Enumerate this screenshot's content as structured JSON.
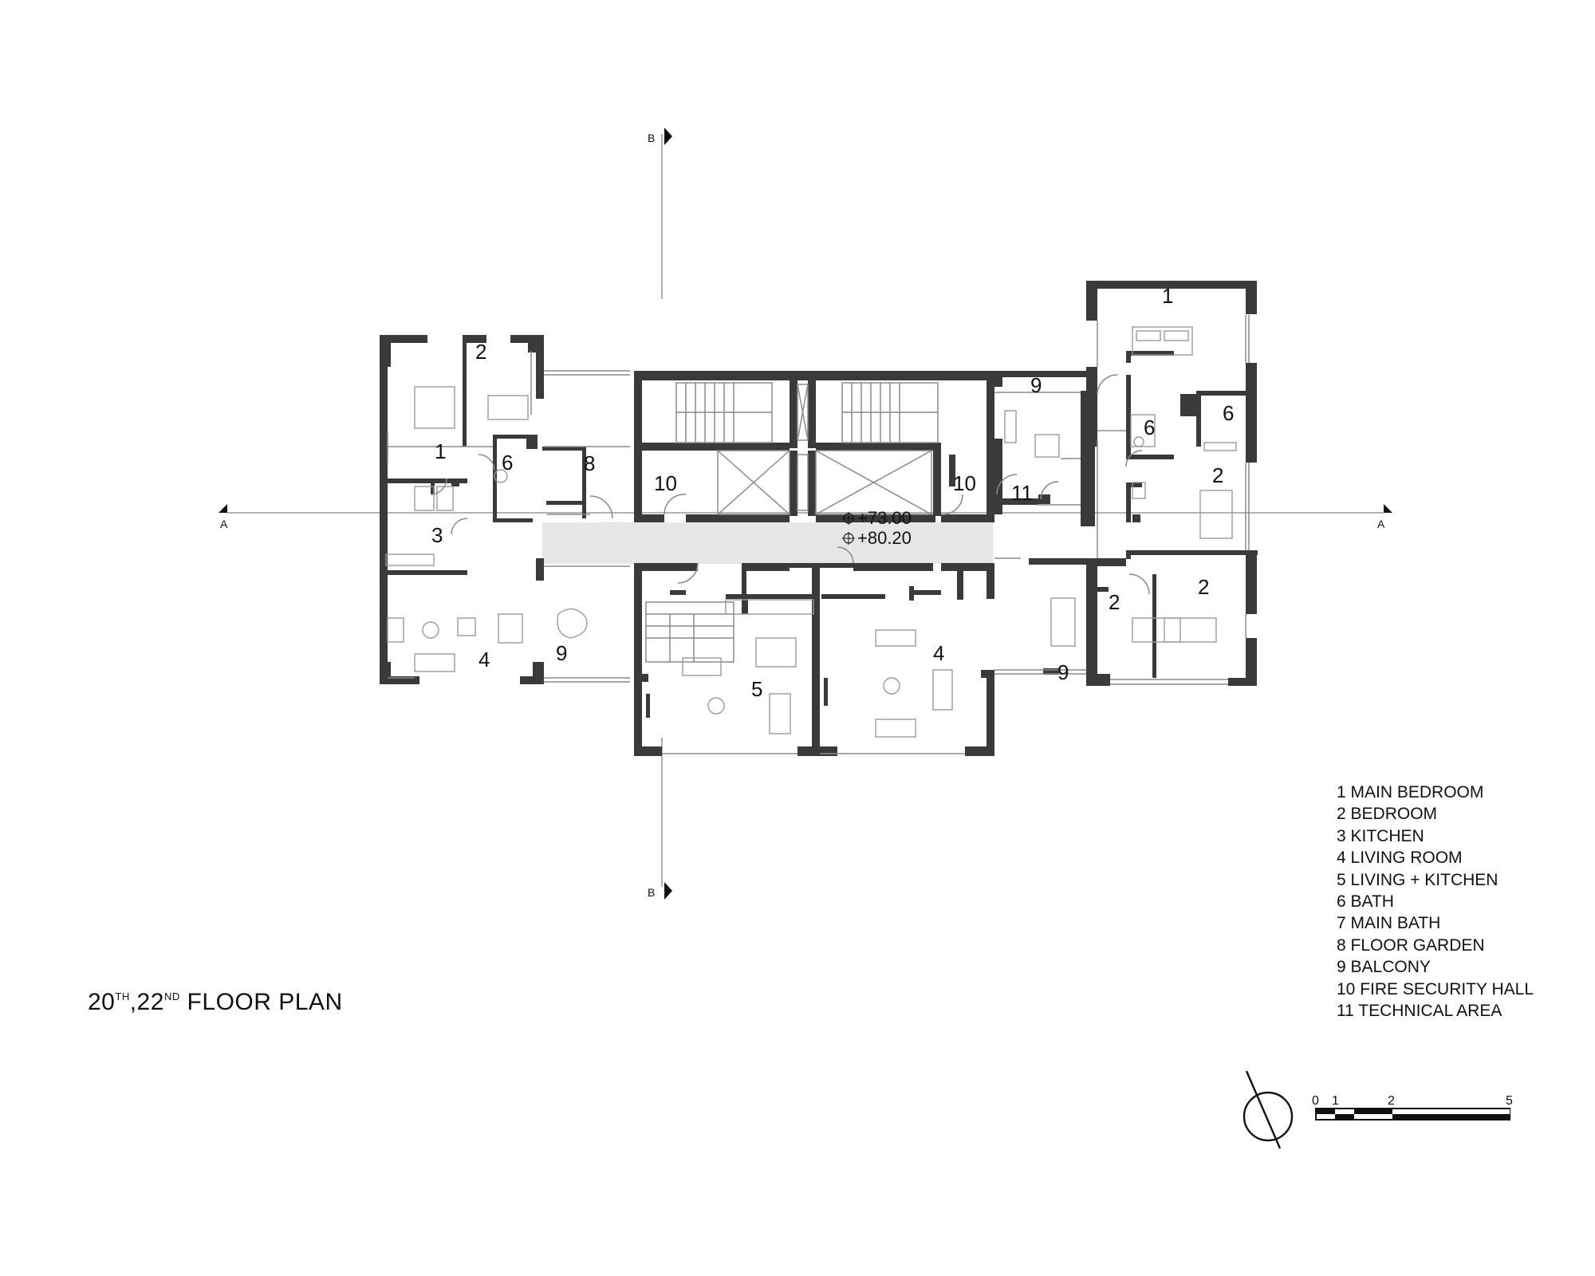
{
  "drawing": {
    "title_prefix": "20",
    "title_sup1": "TH",
    "title_mid": ",22",
    "title_sup2": "ND",
    "title_suffix": " FLOOR PLAN",
    "elevations": [
      "+73.00",
      "+80.20"
    ],
    "section_cut_labels": {
      "a": "A",
      "b": "B"
    }
  },
  "legend": [
    "1 MAIN BEDROOM",
    "2 BEDROOM",
    "3 KITCHEN",
    "4 LIVING ROOM",
    "5 LIVING + KITCHEN",
    "6 BATH",
    "7 MAIN BATH",
    "8 FLOOR GARDEN",
    "9 BALCONY",
    "10 FIRE SECURITY HALL",
    "11 TECHNICAL AREA"
  ],
  "room_labels": {
    "west_main_bedroom": "1",
    "west_bedroom": "2",
    "west_bath": "6",
    "west_floor_garden": "8",
    "west_kitchen": "3",
    "west_living": "4",
    "west_balcony": "9",
    "fire_hall_left": "10",
    "fire_hall_right": "10",
    "center_living_kitchen": "5",
    "center_living": "4",
    "north_balcony": "9",
    "technical_area": "11",
    "east_main_bedroom": "1",
    "east_bath_a": "6",
    "east_bath_b": "6",
    "east_bedroom_a": "2",
    "east_bedroom_b": "2",
    "east_bedroom_c": "2",
    "south_balcony": "9"
  },
  "scale_bar": {
    "labels": [
      "0",
      "1",
      "2",
      "5"
    ]
  }
}
